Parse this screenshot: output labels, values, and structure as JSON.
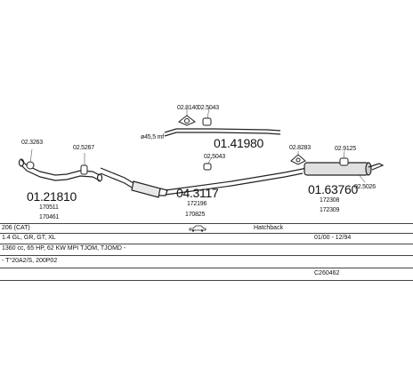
{
  "parts": {
    "front_pipe": {
      "main": "01.21810",
      "oe1": "170511",
      "oe2": "170461",
      "clamp1": "02.3263",
      "clamp2": "02.5267"
    },
    "catalyst": {
      "main": "04.3117",
      "oe1": "172196",
      "oe2": "170825"
    },
    "mid_pipe": {
      "main": "01.41980",
      "mount1": "02.8140",
      "mount2": "02.5043",
      "diameter": "ø45,5  mf",
      "clamp": "02.5043"
    },
    "rear_box": {
      "main": "01.63760",
      "oe1": "172308",
      "oe2": "172309",
      "mount1": "02.8283",
      "mount2": "02.9125",
      "tail": "02.5026"
    }
  },
  "info": {
    "model": "206  (CAT)",
    "body": "Hatchback",
    "versions": "1.4 GL, GR, GT, XL",
    "dates": "01/00 - 12/94",
    "engine": "1360 cc, 65 HP, 62 KW MPI TJOM, TJOMD -",
    "note": "- T°20A2/S, 200P02",
    "code": "C260462"
  }
}
